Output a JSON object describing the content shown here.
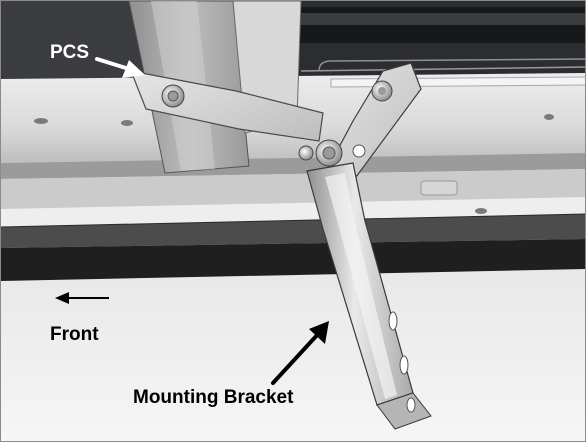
{
  "labels": {
    "pcs": "PCS",
    "front": "Front",
    "mounting_bracket": "Mounting Bracket"
  },
  "colors": {
    "pcs_label_text": "#ffffff",
    "label_text": "#000000",
    "arrow_pcs": "#ffffff",
    "arrow_dark": "#000000"
  }
}
